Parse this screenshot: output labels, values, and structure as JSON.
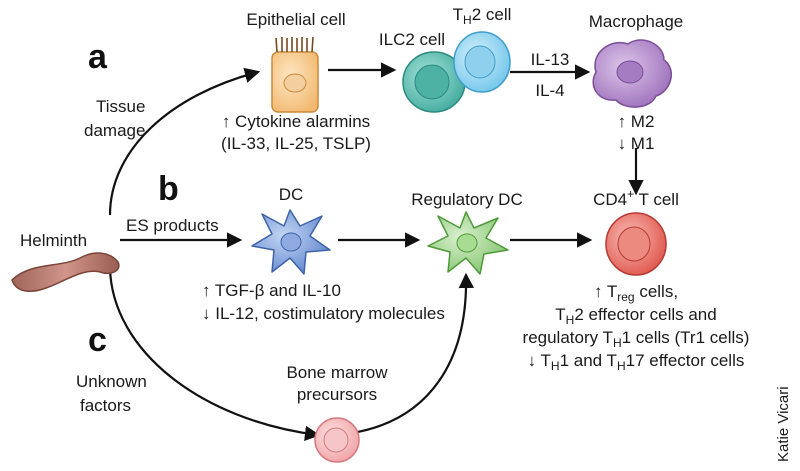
{
  "panels": {
    "a": "a",
    "b": "b",
    "c": "c"
  },
  "labels": {
    "epithelial_cell": "Epithelial cell",
    "th2_cell_main": "T",
    "th2_cell_sub": "H",
    "th2_cell_tail": "2 cell",
    "ilc2_cell": "ILC2 cell",
    "macrophage": "Macrophage",
    "il13": "IL-13",
    "il4": "IL-4",
    "m2": "↑ M2",
    "m1": "↓ M1",
    "tissue_damage_1": "Tissue",
    "tissue_damage_2": "damage",
    "alarmins_1": "↑ Cytokine alarmins",
    "alarmins_2": "(IL-33, IL-25, TSLP)",
    "helminth": "Helminth",
    "es_products": "ES products",
    "dc": "DC",
    "regulatory_dc": "Regulatory DC",
    "cd4_main": "CD4",
    "cd4_sup": "+",
    "cd4_tail": " T cell",
    "dc_effect_1": "↑ TGF-β and IL-10",
    "dc_effect_2": "↓ IL-12, costimulatory molecules",
    "treg_up": "↑ T",
    "treg_sub": "reg",
    "treg_tail": " cells,",
    "th2_eff_main": "T",
    "th2_eff_sub": "H",
    "th2_eff_tail": "2 effector cells and",
    "tr1_pre": "regulatory T",
    "tr1_sub": "H",
    "tr1_tail": "1 cells (Tr1 cells)",
    "down_pre": "↓ T",
    "down_sub1": "H",
    "down_mid": "1 and T",
    "down_sub2": "H",
    "down_tail": "17 effector cells",
    "unknown_1": "Unknown",
    "unknown_2": "factors",
    "bone_marrow_1": "Bone marrow",
    "bone_marrow_2": "precursors",
    "credit": "Katie Vicari"
  },
  "colors": {
    "epithelial": "#f6c98a",
    "ilc2": "#5fbfb3",
    "th2": "#8fd3f0",
    "macrophage": "#b58bc9",
    "dc": "#7d9fd8",
    "regulatory_dc": "#9ed48a",
    "cd4": "#e9736a",
    "bone_marrow": "#f4b6b8",
    "helminth": "#b9786a"
  },
  "icons": {
    "epithelial": "epithelial-cell-icon",
    "ilc2": "ilc2-cell-icon",
    "th2": "th2-cell-icon",
    "macrophage": "macrophage-icon",
    "dc": "dendritic-cell-icon",
    "regulatory_dc": "regulatory-dc-icon",
    "cd4": "cd4-t-cell-icon",
    "bone_marrow": "bone-marrow-precursor-icon",
    "helminth": "helminth-worm-icon"
  }
}
